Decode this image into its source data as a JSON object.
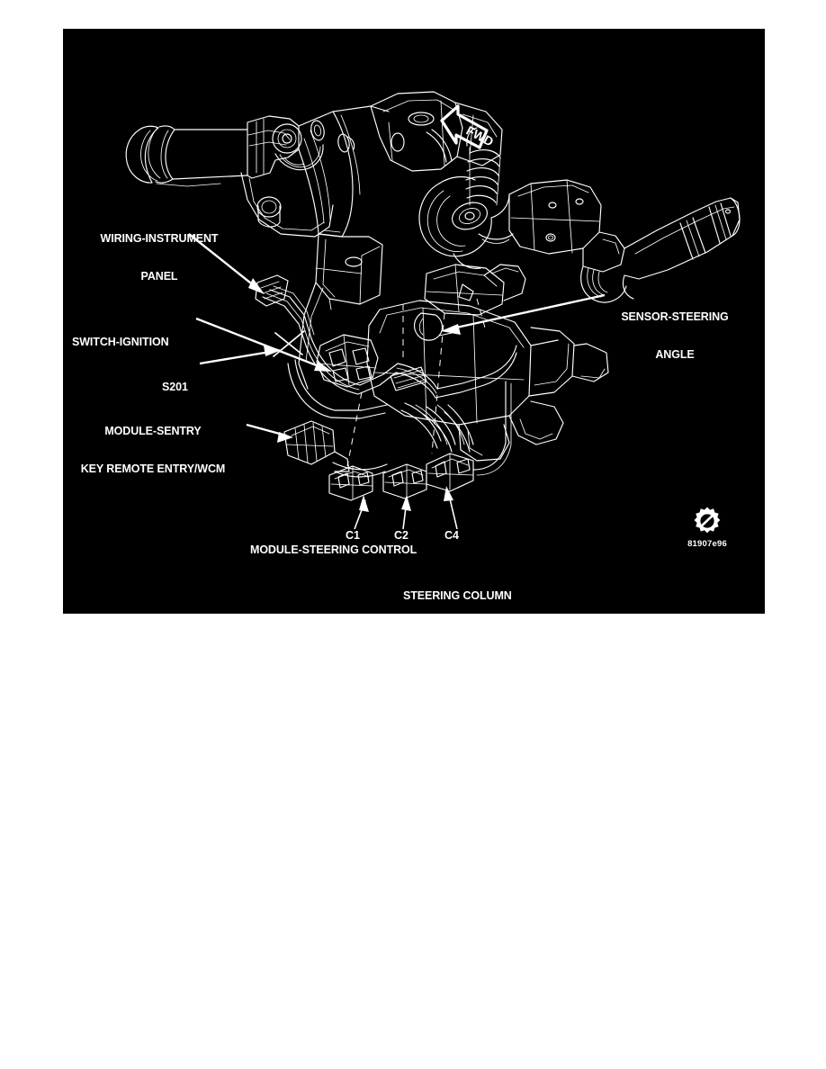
{
  "figure": {
    "background_color": "#000000",
    "line_color": "#ffffff",
    "page_background": "#ffffff",
    "caption": "STEERING COLUMN",
    "figure_id": "81907e96",
    "figure_id_icon": "gear-slash-icon",
    "direction_badge": {
      "label": "FWD",
      "icon": "forward-arrow-icon",
      "points": "up-left"
    }
  },
  "callouts": [
    {
      "id": "wiring-instrument-panel",
      "line1": "WIRING-INSTRUMENT",
      "line2": "PANEL",
      "align": "center"
    },
    {
      "id": "switch-ignition",
      "line1": "SWITCH-IGNITION",
      "line2": "",
      "align": "left"
    },
    {
      "id": "s201",
      "line1": "S201",
      "line2": "",
      "align": "left"
    },
    {
      "id": "module-sentry-key-remote-entry-wcm",
      "line1": "MODULE-SENTRY",
      "line2": "KEY REMOTE ENTRY/WCM",
      "align": "center"
    },
    {
      "id": "sensor-steering-angle",
      "line1": "SENSOR-STEERING",
      "line2": "ANGLE",
      "align": "center"
    }
  ],
  "connectors": {
    "title": "MODULE-STEERING CONTROL",
    "items": [
      {
        "id": "c1",
        "label": "C1"
      },
      {
        "id": "c2",
        "label": "C2"
      },
      {
        "id": "c4",
        "label": "C4"
      }
    ]
  }
}
